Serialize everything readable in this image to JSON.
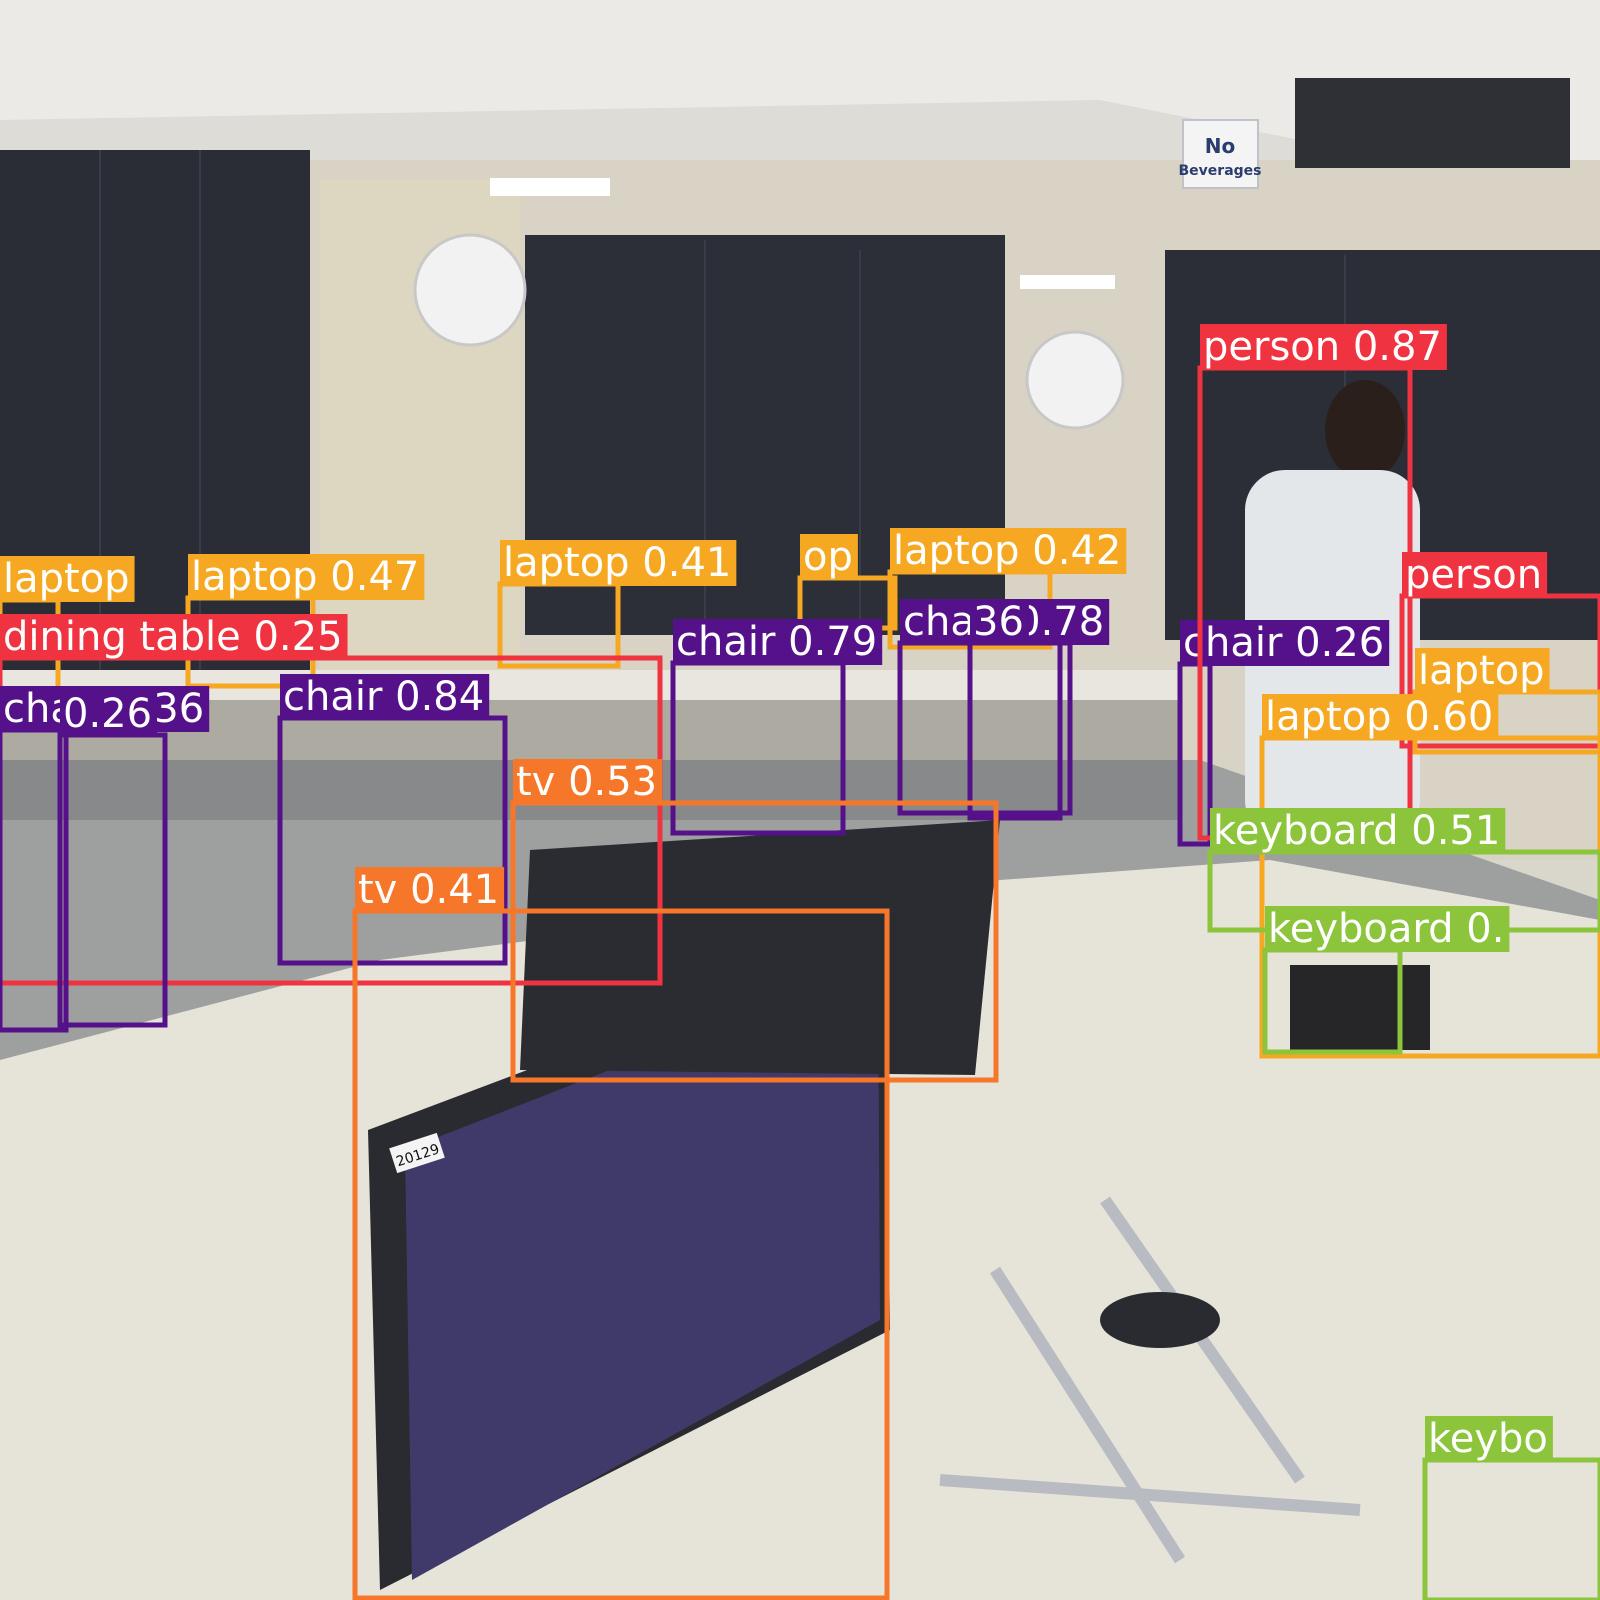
{
  "signage": {
    "no_beverages_line1": "No",
    "no_beverages_line2": "Beverages",
    "monitor_tag": "20129"
  },
  "colors": {
    "person": "#ef3340",
    "laptop": "#f6a823",
    "dining table": "#ef3340",
    "chair": "#55118a",
    "tv": "#f7772a",
    "keyboard": "#8cc43c"
  },
  "detections": [
    {
      "label": "laptop",
      "display_text": "laptop"
    },
    {
      "label": "laptop",
      "display_text": "laptop 0.47"
    },
    {
      "label": "laptop",
      "display_text": "laptop 0.41"
    },
    {
      "label": "laptop",
      "display_text": "op"
    },
    {
      "label": "laptop",
      "display_text": "laptop 0.42"
    },
    {
      "label": "dining table",
      "display_text": "dining table 0.25"
    },
    {
      "label": "chair",
      "display_text": "chair 0.36"
    },
    {
      "label": "chair",
      "display_text": "0.26"
    },
    {
      "label": "chair",
      "display_text": "chair 0.84"
    },
    {
      "label": "chair",
      "display_text": "chair 0.79"
    },
    {
      "label": "chair",
      "display_text": "chair 0.78"
    },
    {
      "label": "chair",
      "display_text": "36"
    },
    {
      "label": "chair",
      "display_text": "chair 0.26"
    },
    {
      "label": "tv",
      "display_text": "tv 0.53"
    },
    {
      "label": "tv",
      "display_text": "tv 0.41"
    },
    {
      "label": "person",
      "display_text": "person 0.87"
    },
    {
      "label": "person",
      "display_text": "person"
    },
    {
      "label": "laptop",
      "display_text": "laptop"
    },
    {
      "label": "laptop",
      "display_text": "laptop 0.60"
    },
    {
      "label": "keyboard",
      "display_text": "keyboard 0.51"
    },
    {
      "label": "keyboard",
      "display_text": "keyboard 0."
    },
    {
      "label": "keyboard",
      "display_text": "keybo"
    }
  ]
}
